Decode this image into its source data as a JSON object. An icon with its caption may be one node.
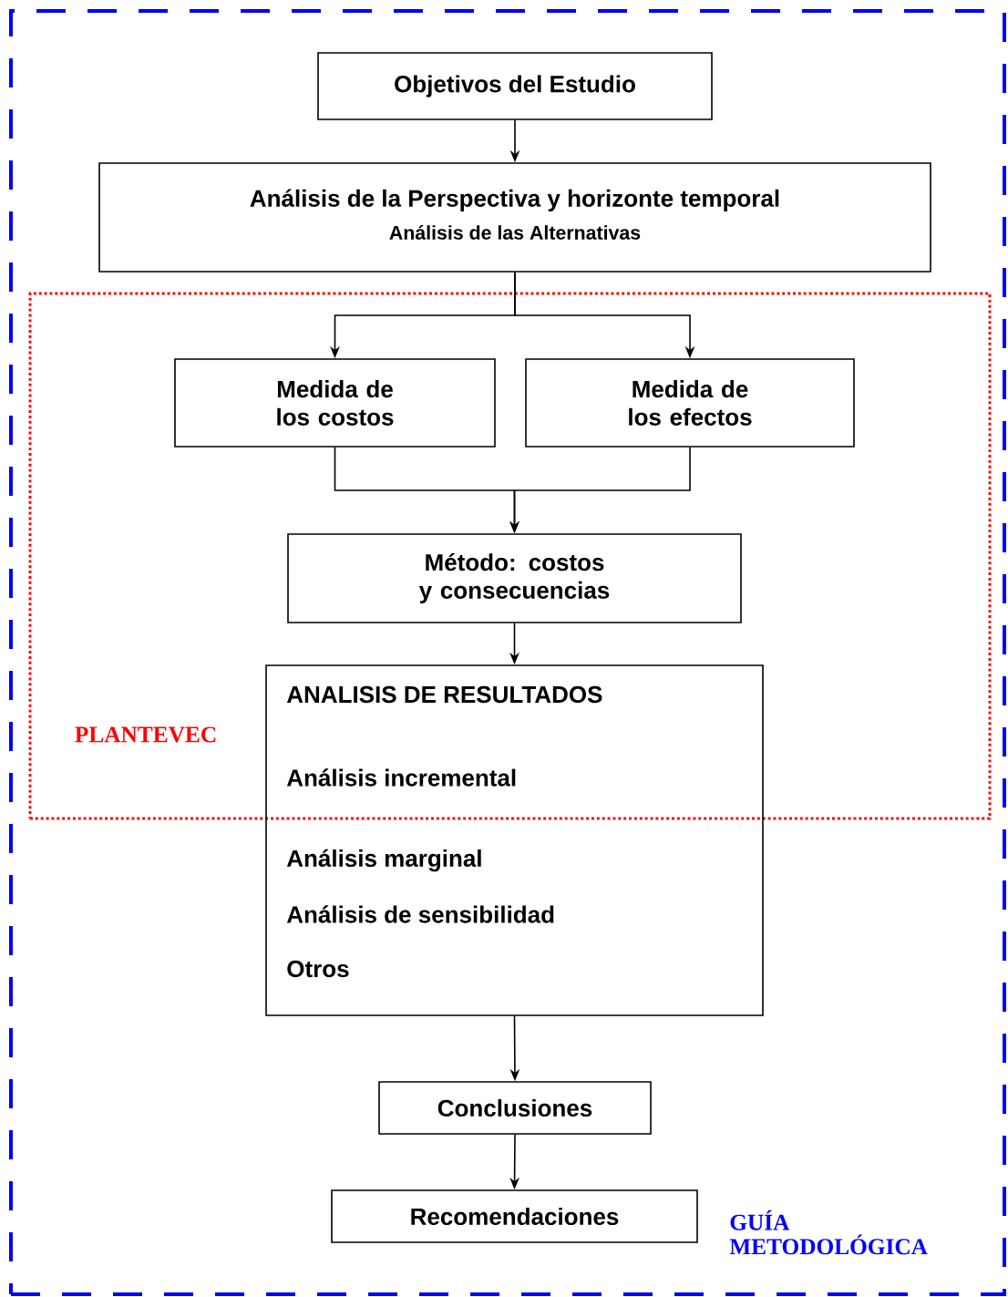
{
  "diagram": {
    "nodes": [
      {
        "text": [
          "GUÍA METODOLÓGICA"
        ]
      },
      {
        "text": [
          "Objetivos del Estudio"
        ],
        "in": 0
      },
      {
        "text": [
          "Análisis de la Perspectiva y horizonte temporal",
          "Análisis de las Alternativas"
        ],
        "in": 0
      },
      {
        "text": [
          "PLANTEVEC"
        ],
        "in": 0
      },
      {
        "text": [
          "Medida de los costos"
        ],
        "in": 3
      },
      {
        "text": [
          "Medida de los efectos"
        ],
        "in": 3
      },
      {
        "text": [
          "Método: costos y consecuencias"
        ],
        "in": 3
      },
      {
        "text": [
          "ANALISIS DE RESULTADOS",
          "Análisis incremental",
          "Análisis marginal",
          "Análisis de sensibilidad",
          "Otros"
        ],
        "in": 0
      },
      {
        "text": [
          "Conclusiones"
        ],
        "in": 0
      },
      {
        "text": [
          "Recomendaciones"
        ],
        "in": 0
      }
    ],
    "edges": [
      {
        "from": 1,
        "to": 2,
        "arrow": "to"
      },
      {
        "from": 2,
        "to": 4,
        "arrow": "to"
      },
      {
        "from": 2,
        "to": 5,
        "arrow": "to"
      },
      {
        "from": 4,
        "to": 6,
        "arrow": "to"
      },
      {
        "from": 5,
        "to": 6,
        "arrow": "to"
      },
      {
        "from": 6,
        "to": 7,
        "arrow": "to"
      },
      {
        "from": 7,
        "to": 8,
        "arrow": "to"
      },
      {
        "from": 8,
        "to": 9,
        "arrow": "to"
      }
    ]
  }
}
